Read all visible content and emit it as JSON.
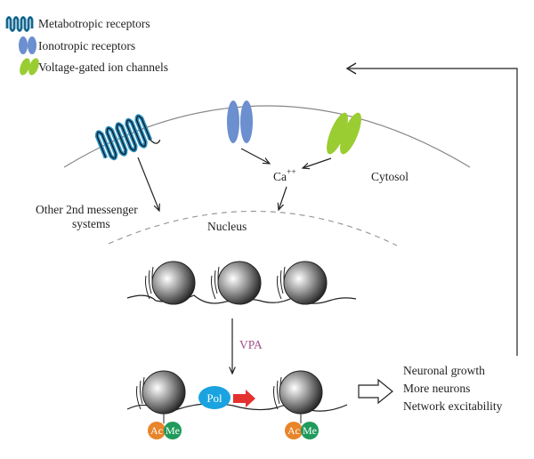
{
  "legend": {
    "metabotropic": "Metabotropic receptors",
    "ionotropic": "Ionotropic receptors",
    "voltage_gated": "Voltage-gated ion channels"
  },
  "labels": {
    "calcium": "Ca",
    "calcium_charge": "++",
    "cytosol": "Cytosol",
    "other_messenger_line1": "Other 2nd messenger",
    "other_messenger_line2": "systems",
    "nucleus": "Nucleus",
    "vpa": "VPA",
    "polymerase": "Pol",
    "acetyl": "Ac",
    "methyl": "Me"
  },
  "outcomes": [
    "Neuronal growth",
    "More neurons",
    "Network excitability"
  ],
  "colors": {
    "metabotropic": "#2a8fc1",
    "ionotropic": "#6b8fcf",
    "voltage_gated": "#9acd32",
    "polymerase": "#1aa3e0",
    "vpa_text": "#a0508a",
    "acetyl": "#e8842a",
    "methyl": "#1f9a5a",
    "transcription_arrow": "#e53030"
  }
}
